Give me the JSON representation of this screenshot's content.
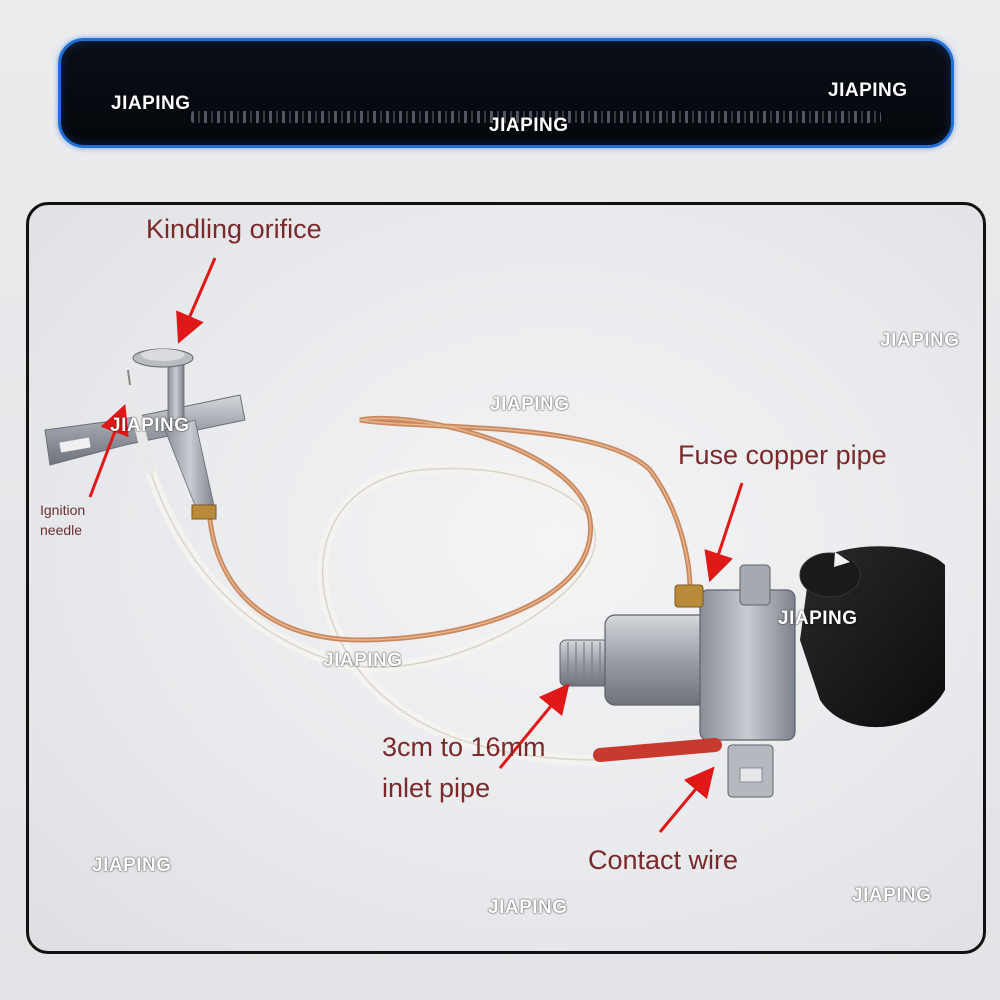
{
  "banner": {
    "watermark_left": "JIAPING",
    "watermark_center": "JIAPING",
    "watermark_right": "JIAPING"
  },
  "labels": {
    "kindling_orifice": "Kindling orifice",
    "ignition_needle_line1": "Ignition",
    "ignition_needle_line2": "needle",
    "fuse_copper_pipe": "Fuse copper pipe",
    "inlet_pipe_line1": "3cm to 16mm",
    "inlet_pipe_line2": "inlet pipe",
    "contact_wire": "Contact wire"
  },
  "watermarks": [
    "JIAPING",
    "JIAPING",
    "JIAPING",
    "JIAPING",
    "JIAPING",
    "JIAPING",
    "JIAPING",
    "JIAPING",
    "JIAPING"
  ],
  "colors": {
    "label_text": "#7a2a2a",
    "arrow": "#e01818",
    "banner_border": "#1f6fd6",
    "copper": "#c9895e",
    "wire_white": "#f4f2ee",
    "wire_red": "#c83a2e"
  }
}
